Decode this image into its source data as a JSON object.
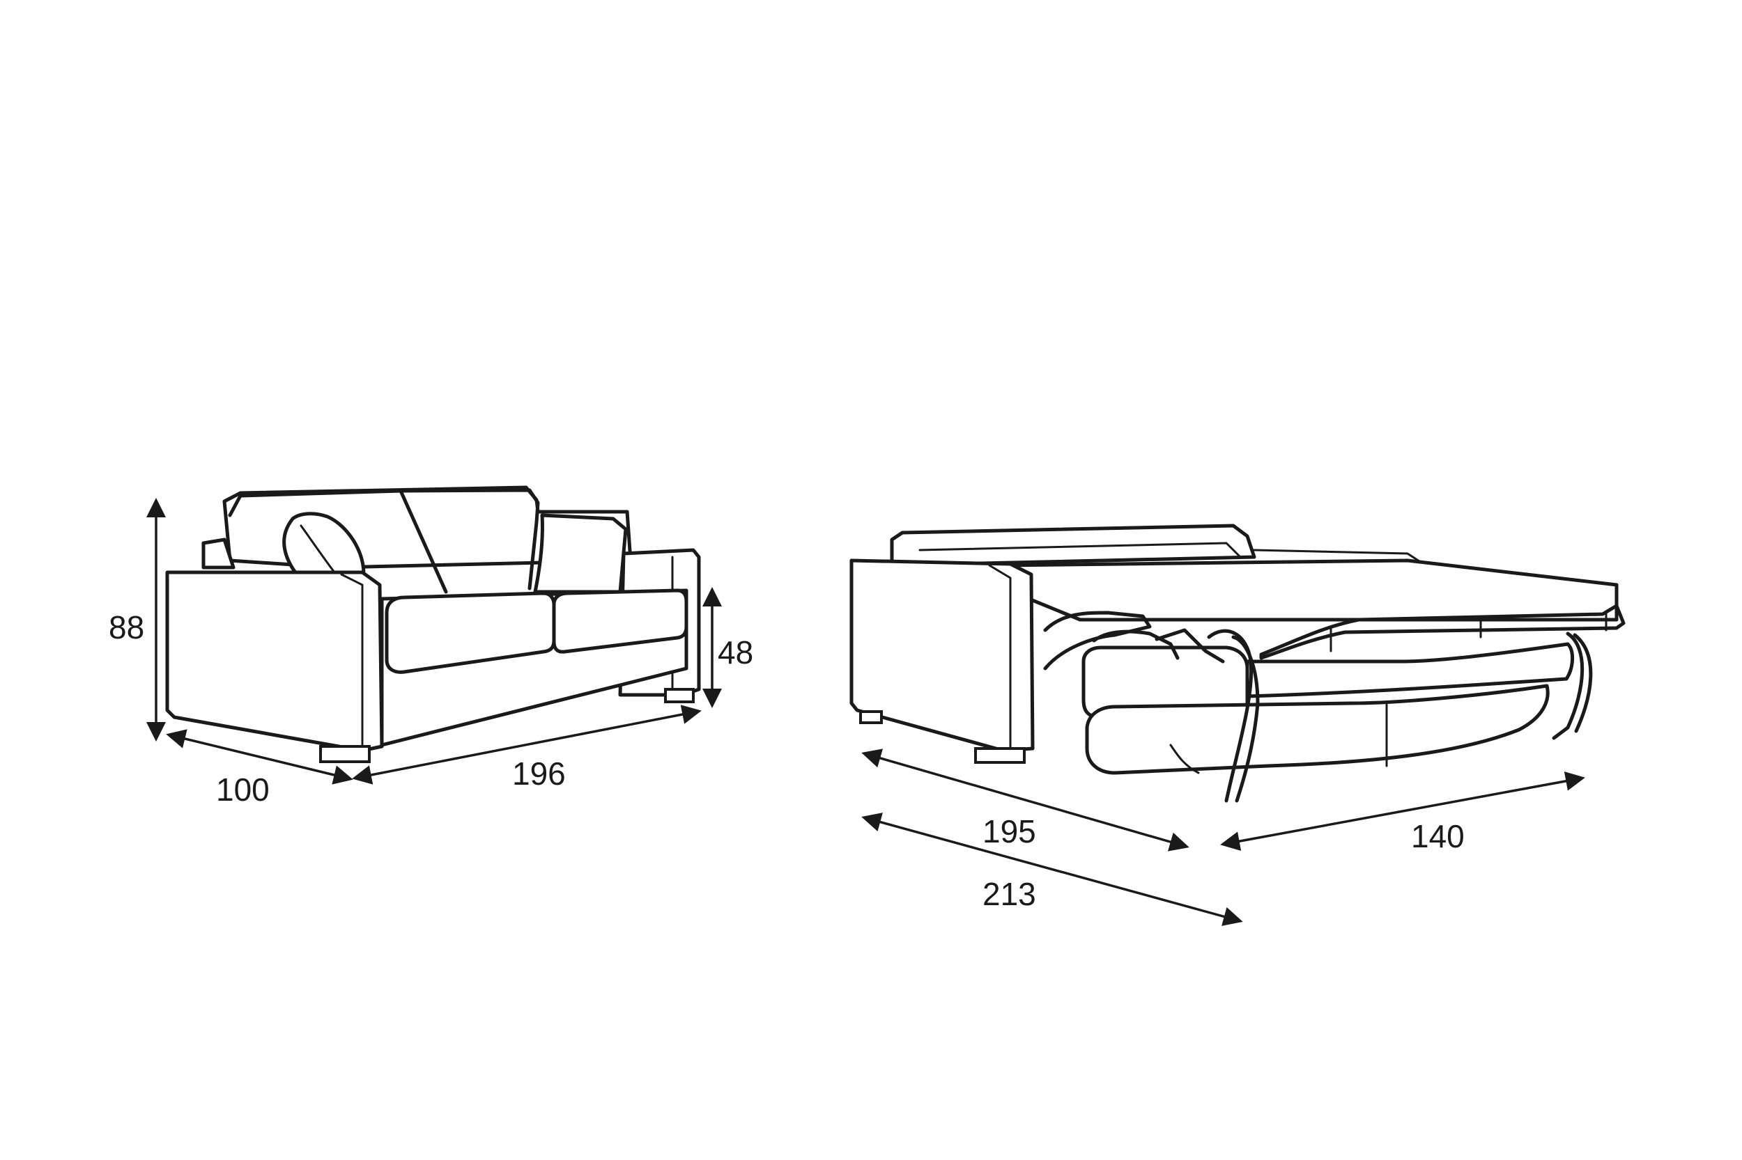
{
  "colors": {
    "background": "#ffffff",
    "ink": "#1a1a1a"
  },
  "sofa": {
    "height_label": "88",
    "seat_height_label": "48",
    "depth_label": "100",
    "width_label": "196"
  },
  "bed": {
    "length_label": "195",
    "total_length_label": "213",
    "width_label": "140"
  }
}
